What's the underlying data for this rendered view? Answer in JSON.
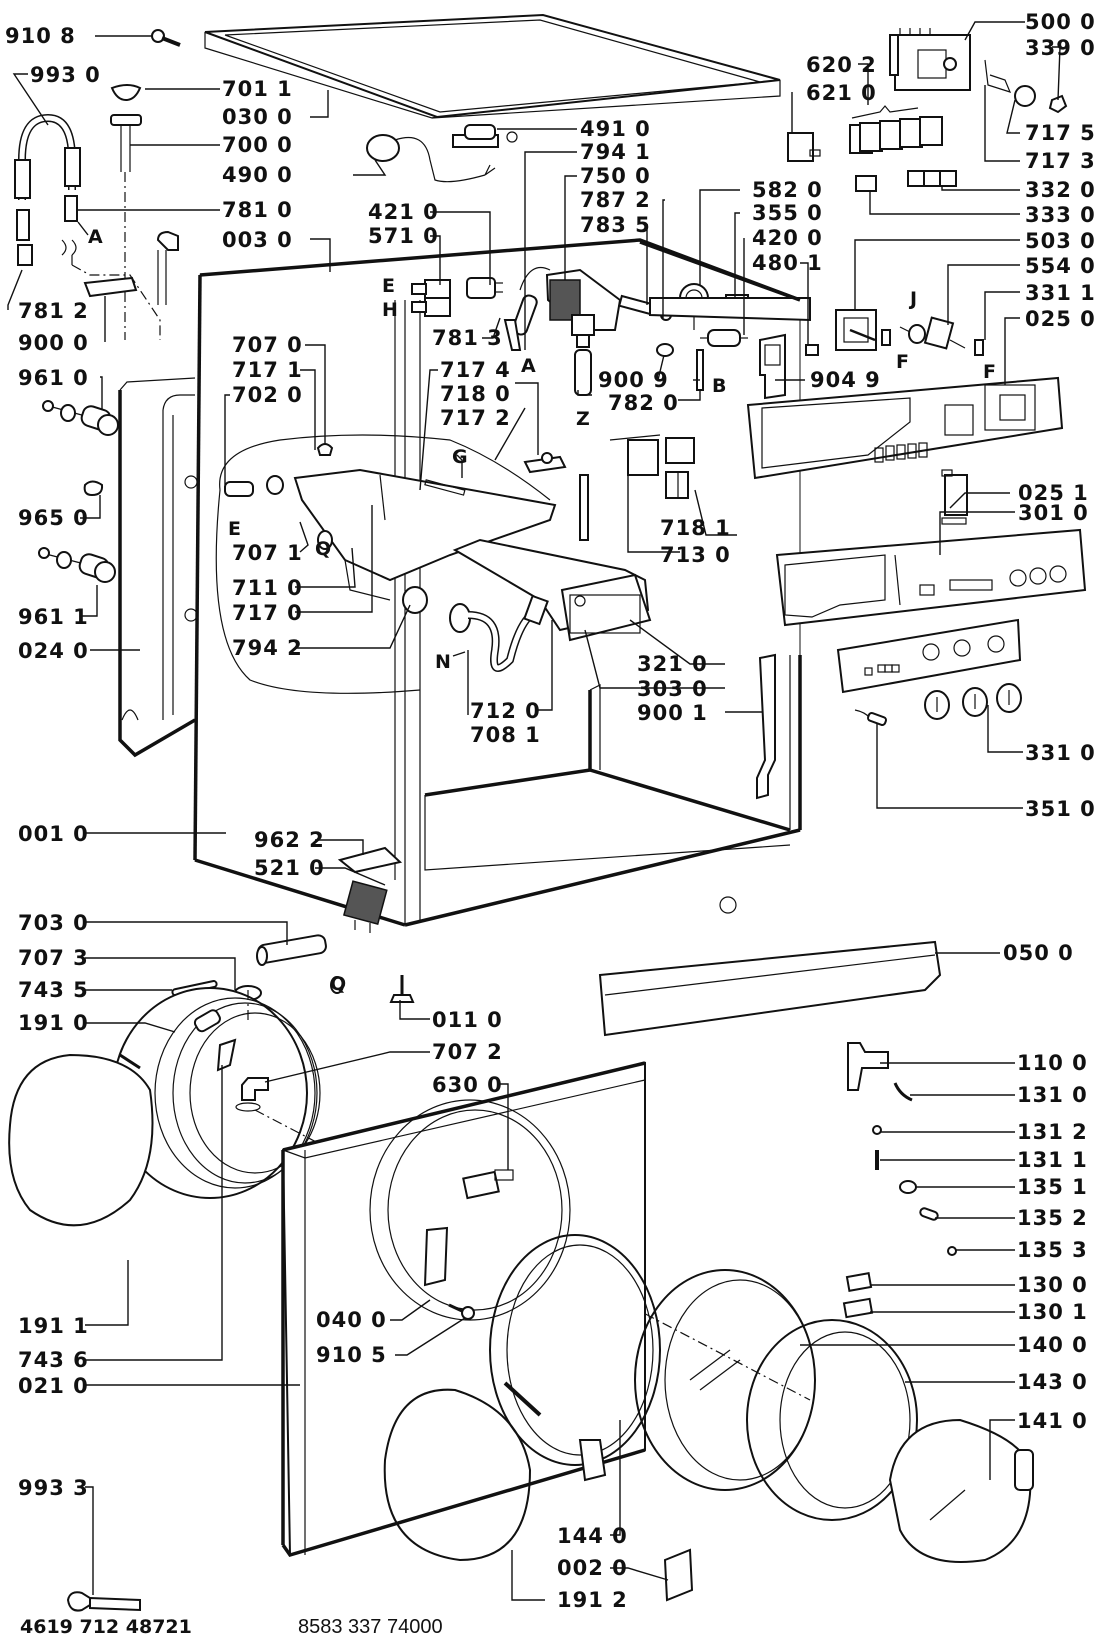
{
  "diagram": {
    "title": "Washing machine exploded parts diagram",
    "footer": {
      "left_code": "4619 712 48721",
      "right_code": "8583 337 74000"
    },
    "labels": {
      "p9108": "910 8",
      "p9930": "993 0",
      "p7011": "701 1",
      "p0300": "030 0",
      "p7000": "700 0",
      "p4900": "490 0",
      "p7810": "781 0",
      "p0030": "003 0",
      "p7812": "781 2",
      "p9000": "900 0",
      "p9610": "961 0",
      "p9650": "965 0",
      "p9611": "961 1",
      "p0240": "024 0",
      "p4910": "491 0",
      "p7941": "794 1",
      "p7500": "750 0",
      "p7872": "787 2",
      "p7835": "783 5",
      "p4210": "421 0",
      "p5710": "571 0",
      "p7813": "781 3",
      "p5820": "582 0",
      "p3550": "355 0",
      "p4200": "420 0",
      "p4801": "480 1",
      "p9009": "900 9",
      "p7820": "782 0",
      "p9049": "904 9",
      "p5000": "500 0",
      "p3390": "339 0",
      "p6202": "620 2",
      "p6210": "621 0",
      "p7175": "717 5",
      "p7173": "717 3",
      "p3320": "332 0",
      "p3330": "333 0",
      "p5030": "503 0",
      "p5540": "554 0",
      "p3311": "331 1",
      "p0250": "025 0",
      "p7070": "707 0",
      "p7171": "717 1",
      "p7020": "702 0",
      "p7174": "717 4",
      "p7180": "718 0",
      "p7172": "717 2",
      "p7071": "707 1",
      "p7110": "711 0",
      "p7170": "717 0",
      "p7942": "794 2",
      "p7120": "712 0",
      "p7081": "708 1",
      "p7181": "718 1",
      "p7130": "713 0",
      "p0251": "025 1",
      "p3010": "301 0",
      "p3210": "321 0",
      "p3030": "303 0",
      "p9001": "900 1",
      "p3310": "331 0",
      "p3510": "351 0",
      "p0010": "001 0",
      "p9622": "962 2",
      "p5210": "521 0",
      "p7030": "703 0",
      "p7073": "707 3",
      "p7435": "743 5",
      "p1910": "191 0",
      "p0110": "011 0",
      "p7072": "707 2",
      "p6300": "630 0",
      "p0500": "050 0",
      "p1100": "110 0",
      "p1310": "131 0",
      "p1312": "131 2",
      "p1311": "131 1",
      "p1351": "135 1",
      "p1352": "135 2",
      "p1353": "135 3",
      "p1300": "130 0",
      "p1301": "130 1",
      "p1400": "140 0",
      "p1430": "143 0",
      "p1410": "141 0",
      "p1911": "191 1",
      "p7436": "743 6",
      "p0400": "040 0",
      "p9105": "910 5",
      "p0210": "021 0",
      "p9933": "993 3",
      "p1440": "144 0",
      "p0020": "002 0",
      "p1912": "191 2"
    },
    "connection_letters": {
      "A": "A",
      "E": "E",
      "H": "H",
      "Z": "Z",
      "B": "B",
      "F": "F",
      "J": "J",
      "G": "G",
      "N": "N",
      "Q": "Q"
    }
  }
}
